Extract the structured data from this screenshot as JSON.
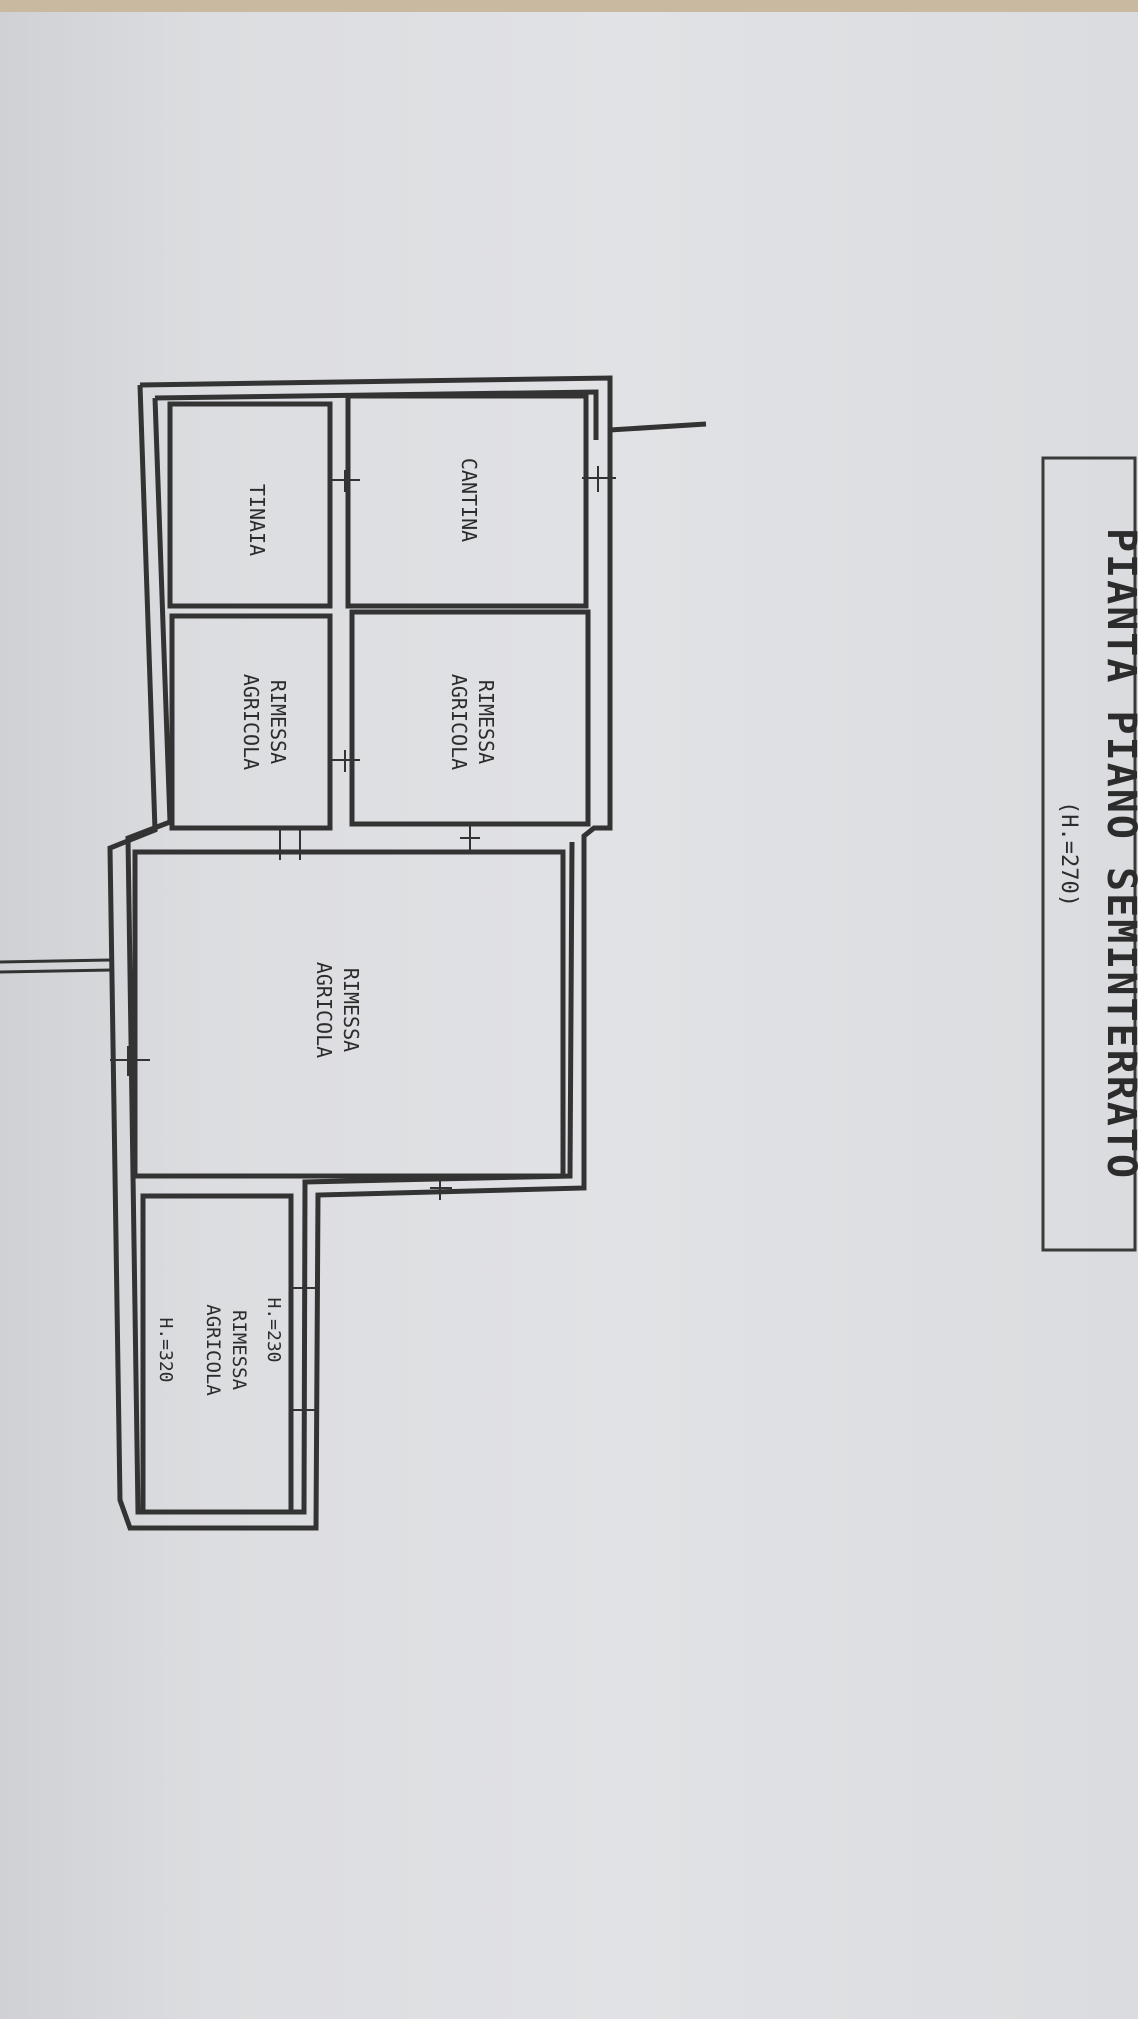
{
  "title": "PIANTA PIANO SEMINTERRATO",
  "subtitle": "(H.=270)",
  "rooms": [
    {
      "id": "tinaia",
      "lines": [
        "TINAIA"
      ]
    },
    {
      "id": "cantina",
      "lines": [
        "CANTINA"
      ]
    },
    {
      "id": "rimessa-left",
      "lines": [
        "RIMESSA",
        "AGRICOLA"
      ]
    },
    {
      "id": "rimessa-right",
      "lines": [
        "RIMESSA",
        "AGRICOLA"
      ]
    },
    {
      "id": "rimessa-large",
      "lines": [
        "RIMESSA",
        "AGRICOLA"
      ]
    },
    {
      "id": "rimessa-small",
      "lines": [
        "RIMESSA",
        "AGRICOLA"
      ],
      "heights": [
        "H.=230",
        "H.=320"
      ]
    }
  ]
}
